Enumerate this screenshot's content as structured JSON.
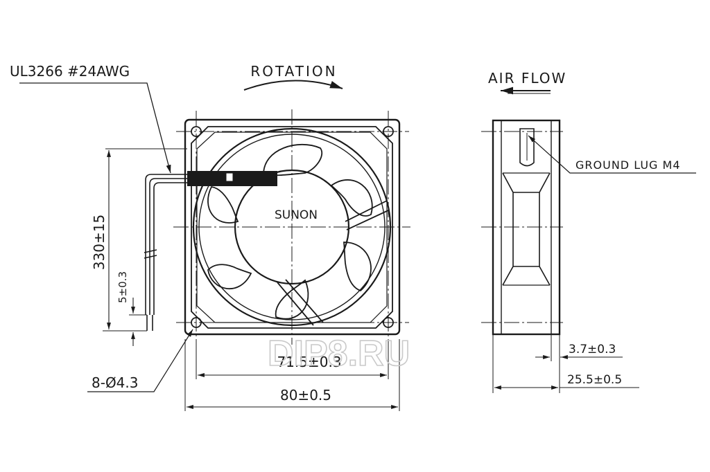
{
  "labels": {
    "cable": "UL3266 #24AWG",
    "rotation": "ROTATION",
    "air_flow": "AIR FLOW",
    "ground_lug": "GROUND LUG M4",
    "brand": "SUNON",
    "lead_length": "330±15",
    "strip_length": "5±0.3",
    "hole_spacing": "71.5±0.3",
    "holes": "8-Ø4.3",
    "frame_size": "80±0.5",
    "flange": "3.7±0.3",
    "depth": "25.5±0.5",
    "watermark": "DIP8.RU"
  },
  "colors": {
    "ink": "#1a1a1a",
    "watermark": "#c9c9c9",
    "background": "#ffffff"
  }
}
